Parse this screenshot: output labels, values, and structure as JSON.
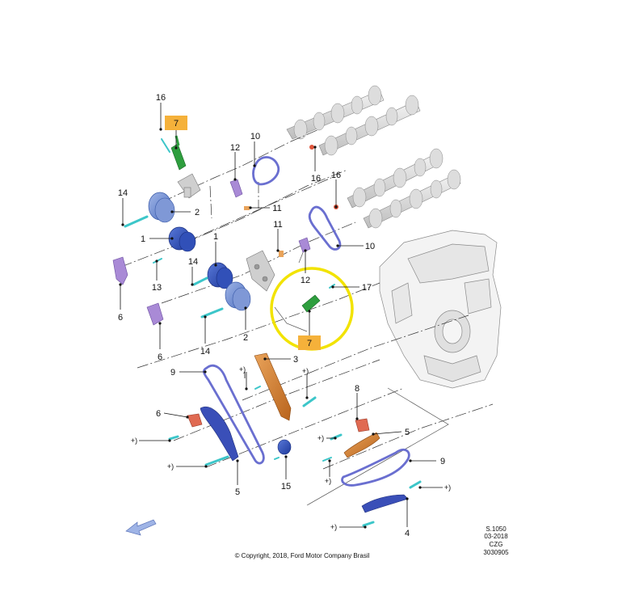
{
  "callouts": {
    "c16a": "16",
    "c7a": "7",
    "c10a": "10",
    "c12a": "12",
    "c16b": "16",
    "c16c": "16",
    "c14a": "14",
    "c2a": "2",
    "c11a": "11",
    "c1": "1",
    "c11b": "11",
    "c10b": "10",
    "c13": "13",
    "c14b": "14",
    "c12b": "12",
    "c17": "17",
    "c6a": "6",
    "c6b": "6",
    "c2b": "2",
    "c14c": "14",
    "c7b": "7",
    "c3": "3",
    "c9a": "9",
    "c8": "8",
    "c6c": "6",
    "c5a": "5",
    "c9b": "9",
    "c5b": "5",
    "c15": "15",
    "c4": "4",
    "p1": "+)",
    "p2": "+)",
    "p3": "+)",
    "p4": "+)",
    "p5": "+)",
    "p6": "+)",
    "p7": "+)",
    "p8": "+)"
  },
  "footer": {
    "copyright": "© Copyright, 2018, Ford Motor Company Brasil",
    "code1": "S.1050",
    "code2": "03-2018",
    "code3": "CZG",
    "code4": "3030905"
  },
  "colors": {
    "sprocket_blue": "#3a5fc8",
    "phaser_blue": "#6e8fc9",
    "chain_purple": "#6a6fd0",
    "solenoid_lilac": "#a98ad6",
    "guide_orange": "#d7843a",
    "tensioner_red": "#e06a52",
    "green_part": "#2e9e3e",
    "bolt_cyan": "#3cc6c9",
    "highlight_yellow": "#f2e300",
    "callout_orange": "#f5b13a"
  }
}
